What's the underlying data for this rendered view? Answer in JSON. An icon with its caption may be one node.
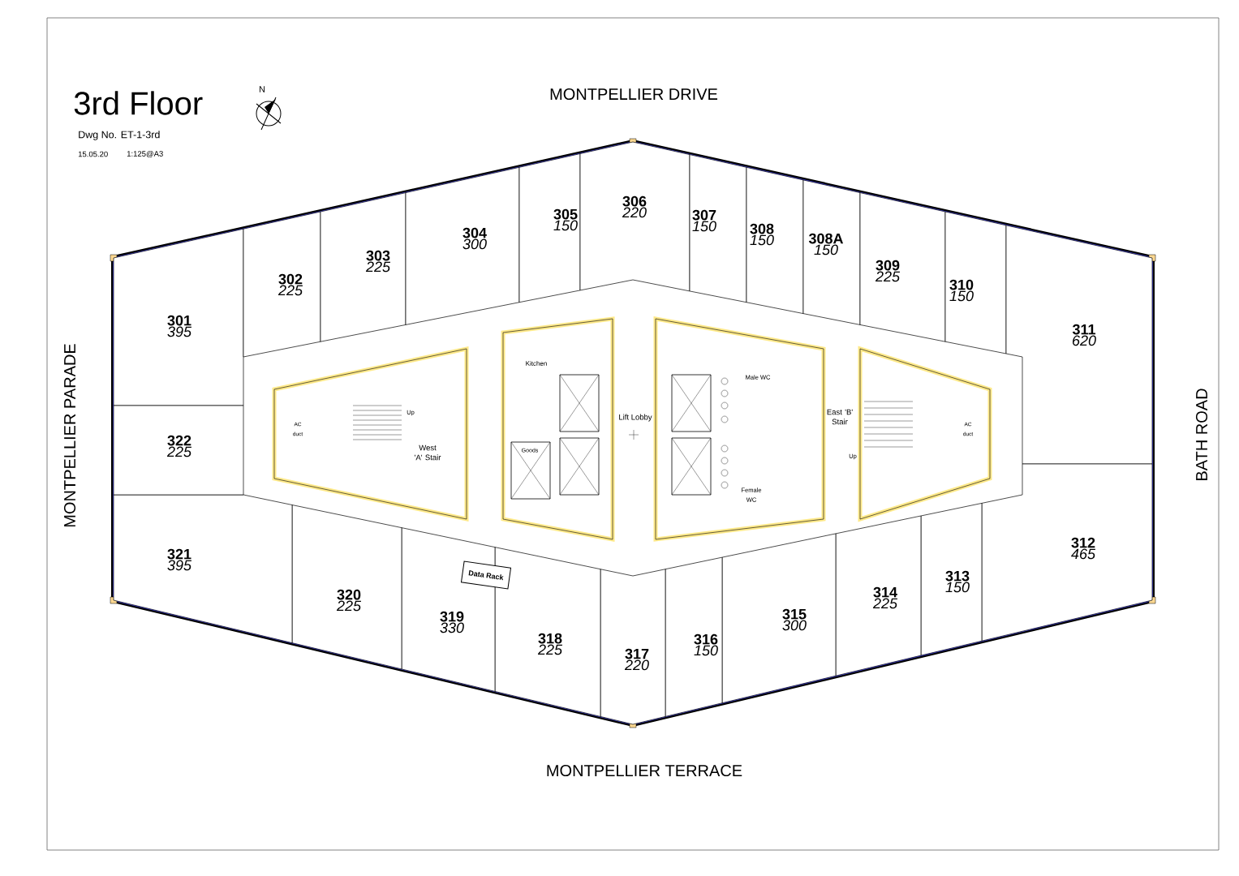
{
  "diagram": {
    "title": "3rd Floor",
    "nodes": [
      {
        "text": [
          "301",
          "395"
        ]
      },
      {
        "text": [
          "302",
          "225"
        ]
      },
      {
        "text": [
          "303",
          "225"
        ]
      },
      {
        "text": [
          "304",
          "300"
        ]
      },
      {
        "text": [
          "305",
          "150"
        ]
      },
      {
        "text": [
          "306",
          "220"
        ]
      },
      {
        "text": [
          "307",
          "150"
        ]
      },
      {
        "text": [
          "308",
          "150"
        ]
      },
      {
        "text": [
          "308A",
          "150"
        ]
      },
      {
        "text": [
          "309",
          "225"
        ]
      },
      {
        "text": [
          "310",
          "150"
        ]
      },
      {
        "text": [
          "311",
          "620"
        ]
      },
      {
        "text": [
          "312",
          "465"
        ]
      },
      {
        "text": [
          "313",
          "150"
        ]
      },
      {
        "text": [
          "314",
          "225"
        ]
      },
      {
        "text": [
          "315",
          "300"
        ]
      },
      {
        "text": [
          "316",
          "150"
        ]
      },
      {
        "text": [
          "317",
          "220"
        ]
      },
      {
        "text": [
          "318",
          "225"
        ]
      },
      {
        "text": [
          "319",
          "330"
        ]
      },
      {
        "text": [
          "320",
          "225"
        ]
      },
      {
        "text": [
          "321",
          "395"
        ]
      },
      {
        "text": [
          "322",
          "225"
        ]
      },
      {
        "text": [
          "Data Rack"
        ]
      }
    ],
    "labels": [
      "Dwg No. ET-1-3rd",
      "15.05.20",
      "1:125@A3",
      "N",
      "MONTPELLIER DRIVE",
      "MONTPELLIER PARADE",
      "BATH ROAD",
      "Kitchen",
      "Male WC",
      "Up",
      "AC duct",
      "East 'B' Stair",
      "Lift Lobby",
      "AC duct",
      "West 'A' Stair",
      "Goods",
      "Up",
      "Female WC",
      "MONTPELLIER TERRACE"
    ]
  }
}
